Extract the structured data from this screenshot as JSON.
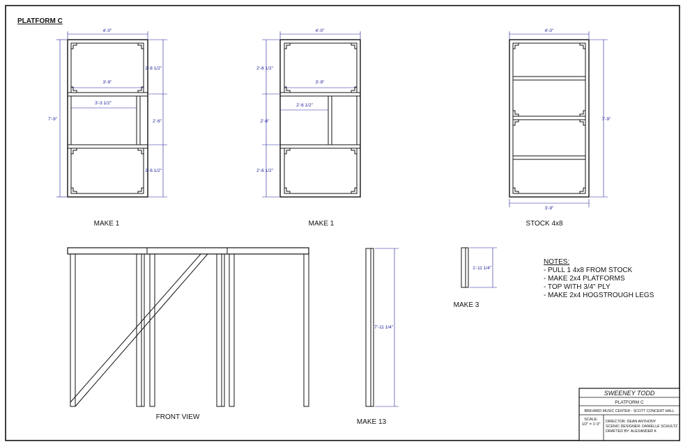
{
  "sheet_title": "PLATFORM C",
  "views": {
    "view1": {
      "caption": "MAKE 1",
      "width": "4'-0\"",
      "inner_top": "3'-9\"",
      "inner_mid": "3'-3 1/2\"",
      "height": "7'-9\"",
      "seg1": "2'-8 1/2\"",
      "seg2": "2'-6\"",
      "seg3": "2'-6 1/2\""
    },
    "view2": {
      "caption": "MAKE 1",
      "width": "4'-0\"",
      "inner_top": "3'-9\"",
      "inner_mid": "2'-6 1/2\"",
      "seg1": "2'-8 1/2\"",
      "seg2": "2'-6\"",
      "seg3": "2'-6 1/2\""
    },
    "view3": {
      "caption": "STOCK 4x8",
      "width": "4'-0\"",
      "height": "7'-9\"",
      "bottom": "3'-9\""
    },
    "front": {
      "caption": "FRONT VIEW"
    },
    "leg13": {
      "caption": "MAKE 13",
      "height": "7'-11 1/4\""
    },
    "leg3": {
      "caption": "MAKE 3",
      "height": "1'-11 1/4\""
    }
  },
  "notes": {
    "heading": "NOTES:",
    "items": [
      "- PULL 1 4x8 FROM STOCK",
      "- MAKE 2x4  PLATFORMS",
      "- TOP WITH 3/4\" PLY",
      "- MAKE 2x4 HOGSTROUGH LEGS"
    ]
  },
  "title_block": {
    "show": "SWEENEY TODD",
    "drawing": "PLATFORM C",
    "venue": "BREVARD MUSIC CENTER - SCOTT CONCERT HALL",
    "scale_label": "SCALE:",
    "scale_value": "1/2\" = 1'-0\"",
    "director": "DIRECTOR: DEAN ANTHONY",
    "designer": "SCENIC DESIGNER: DANIELLE SCHULTZ",
    "drafter": "DRAFTED BY: ALEXANDER K"
  },
  "colors": {
    "line": "#111111",
    "dimension": "#1a1a99"
  }
}
